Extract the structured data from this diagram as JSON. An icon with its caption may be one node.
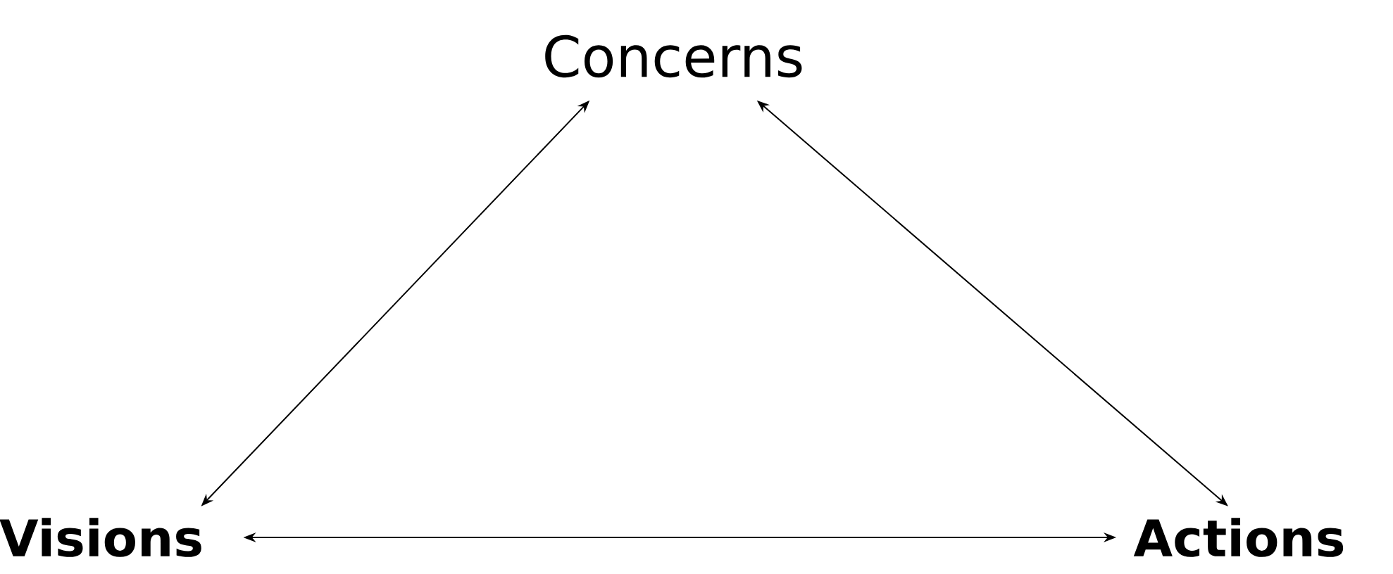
{
  "diagram": {
    "nodes": [
      {
        "text": [
          "Concerns"
        ]
      },
      {
        "text": [
          "Visions"
        ]
      },
      {
        "text": [
          "Actions"
        ]
      }
    ],
    "edges": [
      {
        "from": 1,
        "to": 0,
        "arrow": "both"
      },
      {
        "from": 0,
        "to": 2,
        "arrow": "both"
      },
      {
        "from": 1,
        "to": 2,
        "arrow": "both"
      }
    ]
  }
}
